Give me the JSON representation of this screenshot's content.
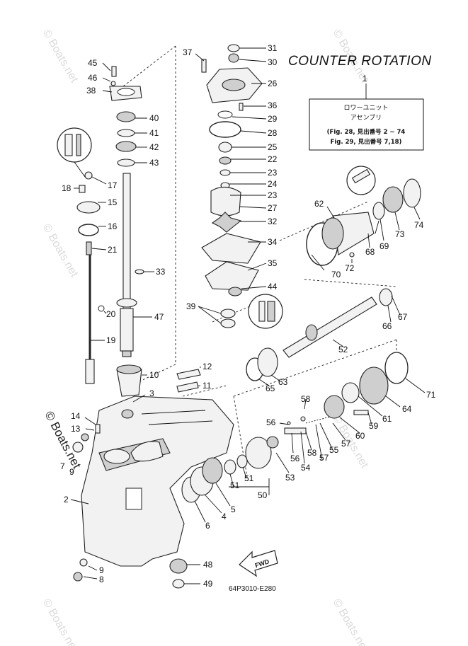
{
  "diagram": {
    "title": "COUNTER ROTATION",
    "code": "64P3010-E280",
    "fwd": "FWD",
    "assembly_box": {
      "number": "1",
      "line1": "ロワーユニット",
      "line2": "アセンブリ",
      "line3": "(Fig. 28, 見出番号 2 ~ 74",
      "line4": "Fig. 29, 見出番号 7,18)"
    },
    "watermark": "© Boats.net",
    "labels": {
      "31": "31",
      "30": "30",
      "26": "26",
      "36": "36",
      "29": "29",
      "28": "28",
      "25": "25",
      "22": "22",
      "23a": "23",
      "24": "24",
      "23b": "23",
      "27": "27",
      "32": "32",
      "34": "34",
      "35": "35",
      "44": "44",
      "39": "39",
      "37": "37",
      "45": "45",
      "46": "46",
      "38": "38",
      "40": "40",
      "41": "41",
      "42": "42",
      "43": "43",
      "17": "17",
      "18": "18",
      "15": "15",
      "16": "16",
      "21": "21",
      "33": "33",
      "20": "20",
      "47": "47",
      "19": "19",
      "10": "10",
      "3": "3",
      "12": "12",
      "11": "11",
      "14": "14",
      "13": "13",
      "7": "7",
      "9a": "9",
      "2": "2",
      "9b": "9",
      "8": "8",
      "48": "48",
      "49": "49",
      "6": "6",
      "4": "4",
      "5": "5",
      "51a": "51",
      "51b": "51",
      "50": "50",
      "53": "53",
      "56a": "56",
      "56b": "56",
      "58a": "58",
      "58b": "58",
      "54": "54",
      "57a": "57",
      "57b": "57",
      "55": "55",
      "60": "60",
      "59": "59",
      "61": "61",
      "64": "64",
      "71": "71",
      "63": "63",
      "65": "65",
      "52": "52",
      "66": "66",
      "67": "67",
      "62": "62",
      "70": "70",
      "72": "72",
      "68": "68",
      "69": "69",
      "73": "73",
      "74": "74",
      "1": "1"
    }
  }
}
